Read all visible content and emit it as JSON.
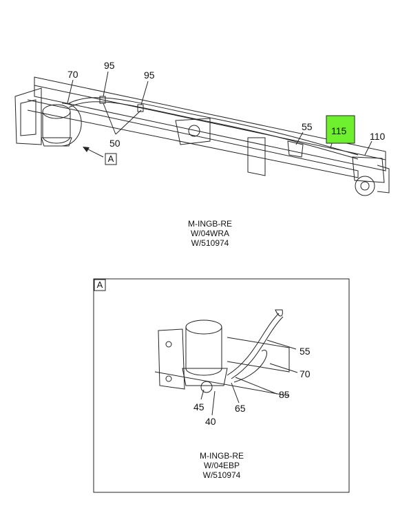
{
  "colors": {
    "highlight": "#6ef02e",
    "line": "#222222"
  },
  "main_view": {
    "callouts": {
      "c70": "70",
      "c95a": "95",
      "c95b": "95",
      "c50": "50",
      "c55": "55",
      "c115": "115",
      "c110": "110"
    },
    "view_ref": "A",
    "caption": [
      "M-INGB-RE",
      "W/04WRA",
      "W/510974"
    ]
  },
  "detail_view": {
    "label": "A",
    "callouts": {
      "c55": "55",
      "c70": "70",
      "c85": "85",
      "c45": "45",
      "c65": "65",
      "c40": "40"
    },
    "caption": [
      "M-INGB-RE",
      "W/04EBP",
      "W/510974"
    ]
  }
}
